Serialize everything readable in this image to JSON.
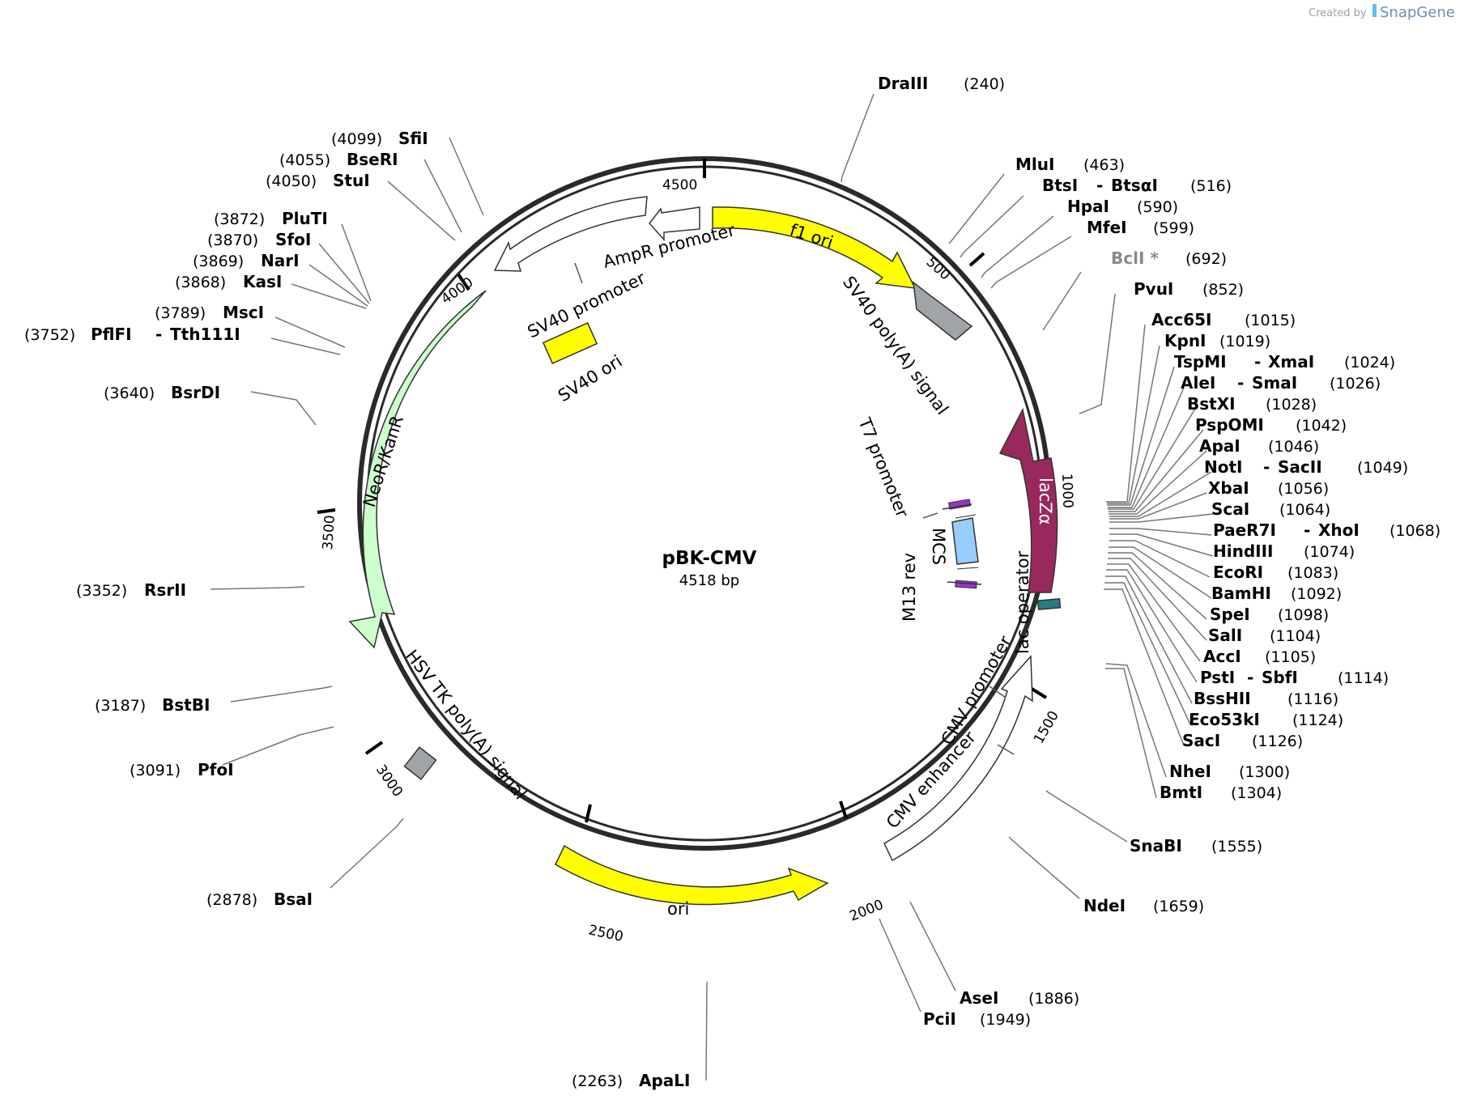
{
  "plasmid": {
    "name": "pBK-CMV",
    "length_label": "4518 bp",
    "length": 4518
  },
  "credit": {
    "prefix": "Created by",
    "brand": "SnapGene"
  },
  "ticks": [
    {
      "pos": 500,
      "label": "500"
    },
    {
      "pos": 1000,
      "label": "1000"
    },
    {
      "pos": 1500,
      "label": "1500"
    },
    {
      "pos": 2000,
      "label": "2000"
    },
    {
      "pos": 2500,
      "label": "2500"
    },
    {
      "pos": 3000,
      "label": "3000"
    },
    {
      "pos": 3500,
      "label": "3500"
    },
    {
      "pos": 4000,
      "label": "4000"
    },
    {
      "pos": 4500,
      "label": "4500"
    }
  ],
  "features": [
    {
      "name": "f1 ori",
      "label": "f1 ori",
      "color": "#ffff00"
    },
    {
      "name": "SV40 poly(A) signal",
      "label": "SV40 poly(A) signal",
      "color": "#a0a4a8"
    },
    {
      "name": "lacZα",
      "label": "lacZα",
      "color": "#99295c"
    },
    {
      "name": "lac operator",
      "label": "lac operator",
      "color": "#2a7a86"
    },
    {
      "name": "CMV promoter",
      "label": "CMV promoter",
      "color": "#ffffff"
    },
    {
      "name": "CMV enhancer",
      "label": "CMV enhancer",
      "color": "#ffffff"
    },
    {
      "name": "ori",
      "label": "ori",
      "color": "#ffff00"
    },
    {
      "name": "HSV TK poly(A) signal",
      "label": "HSV TK poly(A) signal",
      "color": "#a0a4a8"
    },
    {
      "name": "NeoR/KanR",
      "label": "NeoR/KanR",
      "color": "#ccffcc"
    },
    {
      "name": "SV40 promoter",
      "label": "SV40 promoter",
      "color": "#ffffff"
    },
    {
      "name": "AmpR promoter",
      "label": "AmpR promoter",
      "color": "#ffffff"
    },
    {
      "name": "SV40 ori",
      "label": "SV40 ori",
      "color": "#ffff00"
    },
    {
      "name": "T7 promoter",
      "label": "T7 promoter",
      "color": "#9933cc"
    },
    {
      "name": "MCS",
      "label": "MCS",
      "color": "#99ccff"
    },
    {
      "name": "M13 rev",
      "label": "M13 rev",
      "color": "#9933cc"
    }
  ],
  "sites_left": [
    {
      "name": "SfiI",
      "pos": "(4099)"
    },
    {
      "name": "BseRI",
      "pos": "(4055)"
    },
    {
      "name": "StuI",
      "pos": "(4050)"
    },
    {
      "name": "PluTI",
      "pos": "(3872)"
    },
    {
      "name": "SfoI",
      "pos": "(3870)"
    },
    {
      "name": "NarI",
      "pos": "(3869)"
    },
    {
      "name": "KasI",
      "pos": "(3868)"
    },
    {
      "name": "MscI",
      "pos": "(3789)"
    },
    {
      "name": "PflFI",
      "pos": "(3752)",
      "name2": "Tth111I"
    },
    {
      "name": "BsrDI",
      "pos": "(3640)"
    },
    {
      "name": "RsrII",
      "pos": "(3352)"
    },
    {
      "name": "BstBI",
      "pos": "(3187)"
    },
    {
      "name": "PfoI",
      "pos": "(3091)"
    },
    {
      "name": "BsaI",
      "pos": "(2878)"
    },
    {
      "name": "ApaLI",
      "pos": "(2263)"
    }
  ],
  "sites_right": [
    {
      "name": "DraIII",
      "pos": "(240)"
    },
    {
      "name": "MluI",
      "pos": "(463)"
    },
    {
      "name": "BtsI",
      "name2": "BtsαI",
      "pos": "(516)"
    },
    {
      "name": "HpaI",
      "pos": "(590)"
    },
    {
      "name": "MfeI",
      "pos": "(599)"
    },
    {
      "name": "BclI *",
      "pos": "(692)"
    },
    {
      "name": "PvuI",
      "pos": "(852)"
    },
    {
      "name": "Acc65I",
      "pos": "(1015)"
    },
    {
      "name": "KpnI",
      "pos": "(1019)"
    },
    {
      "name": "TspMI",
      "name2": "XmaI",
      "pos": "(1024)"
    },
    {
      "name": "AleI",
      "name2": "SmaI",
      "pos": "(1026)"
    },
    {
      "name": "BstXI",
      "pos": "(1028)"
    },
    {
      "name": "PspOMI",
      "pos": "(1042)"
    },
    {
      "name": "ApaI",
      "pos": "(1046)"
    },
    {
      "name": "NotI",
      "name2": "SacII",
      "pos": "(1049)"
    },
    {
      "name": "XbaI",
      "pos": "(1056)"
    },
    {
      "name": "ScaI",
      "pos": "(1064)"
    },
    {
      "name": "PaeR7I",
      "name2": "XhoI",
      "pos": "(1068)"
    },
    {
      "name": "HindIII",
      "pos": "(1074)"
    },
    {
      "name": "EcoRI",
      "pos": "(1083)"
    },
    {
      "name": "BamHI",
      "pos": "(1092)"
    },
    {
      "name": "SpeI",
      "pos": "(1098)"
    },
    {
      "name": "SalI",
      "pos": "(1104)"
    },
    {
      "name": "AccI",
      "pos": "(1105)"
    },
    {
      "name": "PstI",
      "name2": "SbfI",
      "pos": "(1114)"
    },
    {
      "name": "BssHII",
      "pos": "(1116)"
    },
    {
      "name": "Eco53kI",
      "pos": "(1124)"
    },
    {
      "name": "SacI",
      "pos": "(1126)"
    },
    {
      "name": "NheI",
      "pos": "(1300)"
    },
    {
      "name": "BmtI",
      "pos": "(1304)"
    },
    {
      "name": "SnaBI",
      "pos": "(1555)"
    },
    {
      "name": "NdeI",
      "pos": "(1659)"
    },
    {
      "name": "AseI",
      "pos": "(1886)"
    },
    {
      "name": "PciI",
      "pos": "(1949)"
    }
  ]
}
